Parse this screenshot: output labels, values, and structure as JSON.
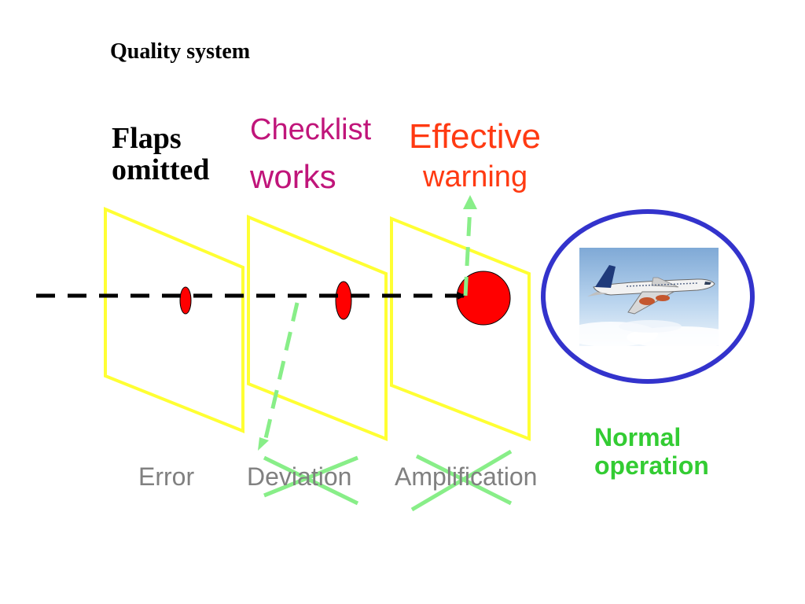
{
  "title": "Quality system",
  "event": {
    "line1": "Flaps",
    "line2": "omitted"
  },
  "defenses": {
    "checklist": {
      "line1": "Checklist",
      "line2": "works"
    },
    "warning": {
      "line1": "Effective",
      "line2": "warning"
    }
  },
  "stages": [
    {
      "label": "Error"
    },
    {
      "label": "Deviation"
    },
    {
      "label": "Amplification"
    }
  ],
  "outcome": {
    "line1": "Normal",
    "line2": "operation"
  },
  "colors": {
    "slice": "#ffff33",
    "hole": "#ff0000",
    "green_arrow": "#88ee88",
    "outcome_ring": "#3333cc",
    "checklist_text": "#c0157a",
    "warning_text": "#ff3a12",
    "normal_text": "#33cc33",
    "stage_text": "#808080"
  },
  "icons": [
    "airplane-icon",
    "cross-mark-icon"
  ]
}
